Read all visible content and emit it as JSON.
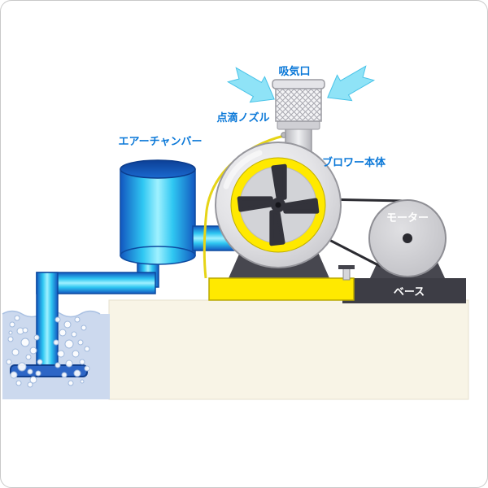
{
  "labels": {
    "intake": "吸気口",
    "drip_nozzle": "点滴ノズル",
    "air_chamber": "エアーチャンバー",
    "blower_body": "ブロワー本体",
    "motor": "モーター",
    "base": "ベース"
  },
  "colors": {
    "label_blue": "#0a78d8",
    "label_white": "#ffffff",
    "accent_yellow": "#ffe900",
    "yellow_border": "#b9a800",
    "dark_base": "#3d3d45",
    "pedestal_gray": "#47474f",
    "belt_dark": "#2b2b31",
    "rotor_dark": "#33333b",
    "deep_blue": "#1257c0",
    "cyan_bright": "#2fc7f2",
    "cyan_pale": "#9ff1ff",
    "pipe_outline": "#0d4aa0",
    "diffuser_blue": "#2d66c6",
    "water_fill": "#ccd9ee",
    "water_line": "#a9c0e2",
    "bubble_stroke": "#9fb8dc",
    "platform_fill": "#f8f4e6",
    "platform_edge": "#e6e1cf",
    "metal_gray": "#c9c9cd",
    "metal_edge": "#97979d",
    "arrow_cyan": "#8fe3f7",
    "arrow_edge": "#49c3e8",
    "drip_tube_yellow": "#e6d416"
  }
}
